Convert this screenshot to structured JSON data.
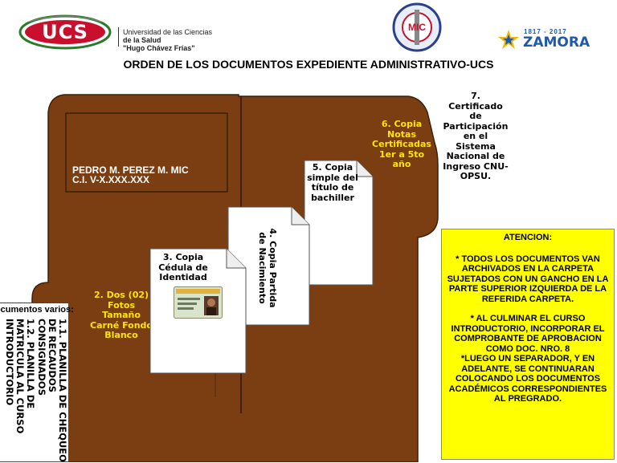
{
  "header": {
    "ucs_logo_text": "UCS",
    "university_line1": "Universidad de las Ciencias",
    "university_line2": "de la Salud",
    "university_line3": "\"Hugo Chávez Frías\"",
    "mic_logo_text": "MIC",
    "zamora_years": "1817 - 2017",
    "zamora_text": "ZAMORA"
  },
  "title": "ORDEN DE LOS DOCUMENTOS EXPEDIENTE ADMINISTRATIVO-UCS",
  "folder": {
    "name": "PEDRO M. PEREZ M.  MIC",
    "id": "C.I. V-X.XXX.XXX"
  },
  "documents": {
    "doc1_heading": "Documentos varios:",
    "doc1_item1": "1.1. PLANILLA DE CHEQUEO DE RECAUDOS CONSIGNADOS",
    "doc1_item2": "1.2. PLANILLA DE MATRICULA AL CURSO INTRODUCTORIO",
    "doc2": "2. Dos (02) Fotos Tamaño Carné Fondo Blanco",
    "doc3": "3. Copia Cédula de Identidad",
    "doc4": "4. Copia Partida de Nacimiento",
    "doc5": "5. Copia simple del título de bachiller",
    "doc6": "6. Copia Notas Certificadas 1er a 5to año",
    "doc7": "7. Certificado de Participación en el Sistema Nacional de Ingreso CNU-OPSU."
  },
  "notice": {
    "heading": "ATENCION:",
    "para1": "* TODOS LOS DOCUMENTOS VAN ARCHIVADOS  EN LA CARPETA SUJETADOS CON UN GANCHO EN LA PARTE SUPERIOR IZQUIERDA DE LA REFERIDA CARPETA.",
    "para2": "* AL CULMINAR EL CURSO INTRODUCTORIO, INCORPORAR EL COMPROBANTE DE APROBACION COMO DOC. NRO. 8",
    "para3": "*LUEGO UN SEPARADOR, Y  EN ADELANTE, SE CONTINUARAN COLOCANDO LOS DOCUMENTOS ACADÉMICOS CORRESPONDIENTES AL PREGRADO."
  },
  "colors": {
    "folder_brown": "#7b3e12",
    "notice_yellow": "#ffff00",
    "ucs_red": "#c8102e",
    "zamora_blue": "#1e5aa8"
  }
}
